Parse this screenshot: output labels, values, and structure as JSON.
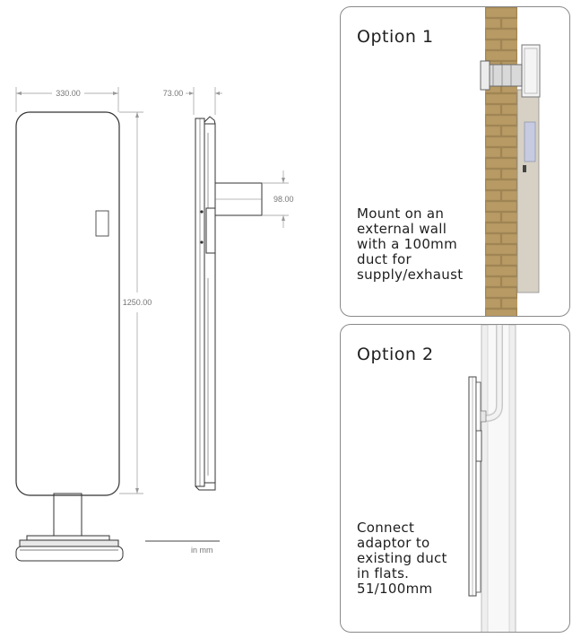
{
  "dimensions": {
    "width": "330.00",
    "depth": "73.00",
    "height": "1250.00",
    "duct": "98.00",
    "units": "in mm"
  },
  "options": [
    {
      "title": "Option 1",
      "description": "Mount on an\nexternal wall\nwith a 100mm\nduct for\nsupply/exhaust"
    },
    {
      "title": "Option 2",
      "description": "Connect\nadaptor to\nexisting duct\nin flats.\n51/100mm"
    }
  ]
}
